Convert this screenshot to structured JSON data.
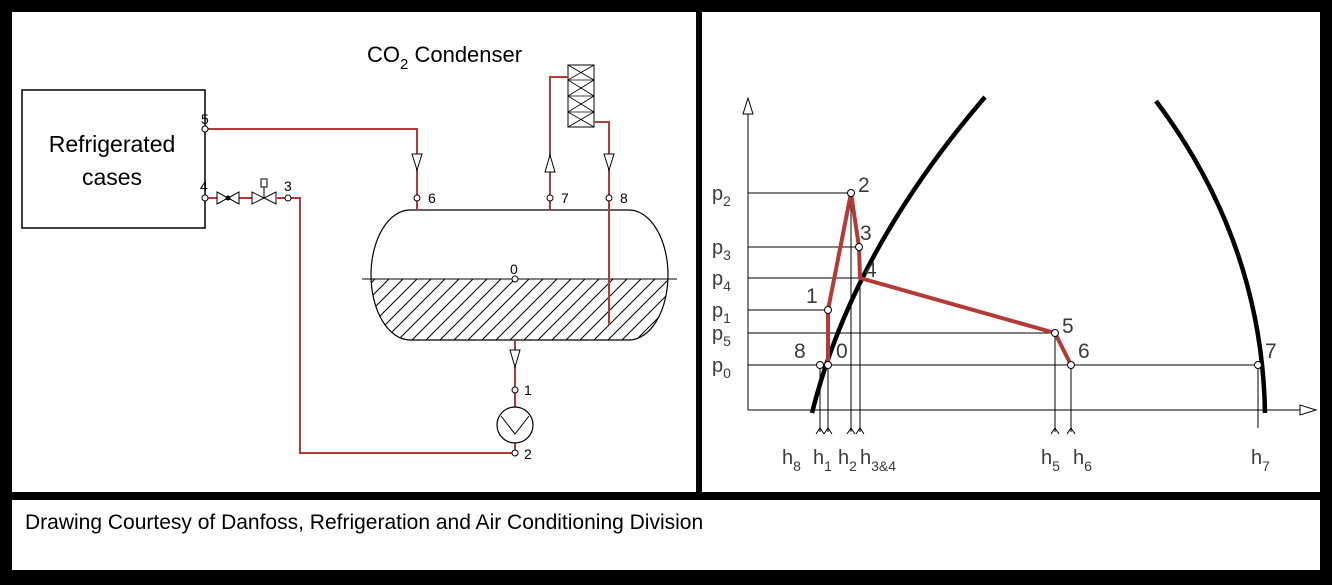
{
  "schematic": {
    "condenser_label": "CO",
    "condenser_label_sub": "2",
    "condenser_label_rest": " Condenser",
    "cases_label_line1": "Refrigerated",
    "cases_label_line2": "cases",
    "ports": {
      "p5": "5",
      "p4": "4",
      "p3": "3",
      "p6": "6",
      "p7": "7",
      "p8": "8",
      "p0": "0",
      "p1": "1",
      "p2": "2"
    }
  },
  "ph_diagram": {
    "pressure_labels": [
      {
        "base": "p",
        "sub": "2"
      },
      {
        "base": "p",
        "sub": "3"
      },
      {
        "base": "p",
        "sub": "4"
      },
      {
        "base": "p",
        "sub": "1"
      },
      {
        "base": "p",
        "sub": "5"
      },
      {
        "base": "p",
        "sub": "0"
      }
    ],
    "enthalpy_labels": [
      {
        "base": "h",
        "sub": "8"
      },
      {
        "base": "h",
        "sub": "1"
      },
      {
        "base": "h",
        "sub": "2"
      },
      {
        "base": "h",
        "sub": "3&4"
      },
      {
        "base": "h",
        "sub": "5"
      },
      {
        "base": "h",
        "sub": "6"
      },
      {
        "base": "h",
        "sub": "7"
      }
    ],
    "state_points": [
      "2",
      "3",
      "4",
      "1",
      "5",
      "8",
      "0",
      "6",
      "7"
    ]
  },
  "caption": "Drawing Courtesy of Danfoss, Refrigeration and Air Conditioning Division",
  "colors": {
    "pipe": "#b33a35",
    "frame": "#000000"
  }
}
